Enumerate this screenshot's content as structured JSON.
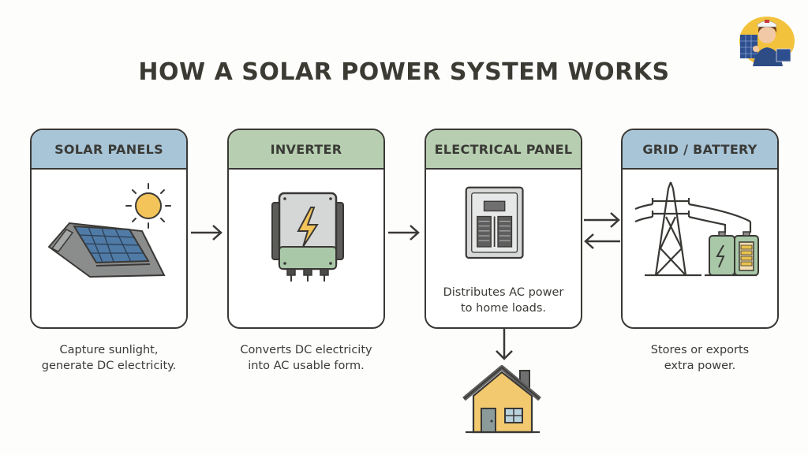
{
  "title": "HOW A SOLAR POWER SYSTEM WORKS",
  "avatar": {
    "icon": "solar-installer-avatar-icon"
  },
  "colors": {
    "header_blue": "#a8c5d8",
    "header_green": "#b7cfb0",
    "outline": "#3a3835",
    "sun": "#f2c45a",
    "house": "#f2c96f"
  },
  "steps": [
    {
      "header": "SOLAR PANELS",
      "icon": "solar-panel-icon",
      "caption_lines": [
        "Capture sunlight,",
        "generate DC electricity."
      ]
    },
    {
      "header": "INVERTER",
      "icon": "inverter-icon",
      "caption_lines": [
        "Converts DC electricity",
        "into AC usable form."
      ]
    },
    {
      "header": "ELECTRICAL PANEL",
      "icon": "electrical-panel-icon",
      "inner_lines": [
        "Distributes AC power",
        "to home loads."
      ]
    },
    {
      "header": "GRID / BATTERY",
      "icon": "grid-battery-icon",
      "caption_lines": [
        "Stores or exports",
        "extra power."
      ]
    }
  ],
  "connectors": [
    {
      "from": "SOLAR PANELS",
      "to": "INVERTER",
      "direction": "right"
    },
    {
      "from": "INVERTER",
      "to": "ELECTRICAL PANEL",
      "direction": "right"
    },
    {
      "from": "ELECTRICAL PANEL",
      "to": "GRID / BATTERY",
      "direction": "bidirectional"
    },
    {
      "from": "ELECTRICAL PANEL",
      "to": "home",
      "direction": "down"
    }
  ],
  "home": {
    "icon": "house-icon"
  }
}
